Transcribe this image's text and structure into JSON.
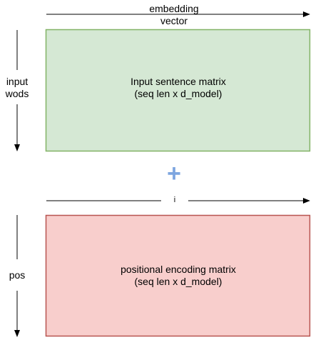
{
  "top_axis": {
    "label_line1": "embedding",
    "label_line2": "vector"
  },
  "left_axis_top": {
    "label_line1": "input",
    "label_line2": "wods"
  },
  "input_matrix": {
    "line1": "Input sentence matrix",
    "line2": "(seq len x d_model)",
    "fill": "#d5e8d4",
    "stroke": "#82b366"
  },
  "plus": {
    "symbol": "+",
    "color": "#7ea6e0"
  },
  "middle_axis": {
    "label": "i"
  },
  "left_axis_bottom": {
    "label": "pos"
  },
  "positional_matrix": {
    "line1": "positional encoding matrix",
    "line2": "(seq len x d_model)",
    "fill": "#f8cecc",
    "stroke": "#b85450"
  }
}
